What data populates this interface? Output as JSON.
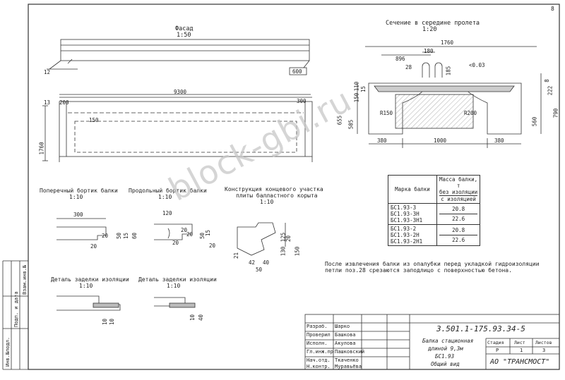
{
  "sheet": {
    "number": "8"
  },
  "facade": {
    "title": "Фасад",
    "scale": "1:50",
    "dims": {
      "d12": "12",
      "d600": "600"
    }
  },
  "plan": {
    "dims": {
      "d9300": "9300",
      "d13": "13",
      "d200": "200",
      "d300": "300",
      "d150": "150",
      "d1760": "1760"
    }
  },
  "section": {
    "title": "Сечение в середине пролета",
    "scale": "1:20",
    "dims": {
      "d1760": "1760",
      "d896": "896",
      "d180": "180",
      "d28": "28",
      "d185": "185",
      "d003": "<0.03",
      "d110": "110",
      "d150": "150",
      "d15": "15",
      "d222": "222",
      "d8": "8",
      "d655": "655",
      "d505": "505",
      "d560": "560",
      "d790": "790",
      "r150": "R150",
      "r200": "R200",
      "d380a": "380",
      "d1000": "1000",
      "d380b": "380"
    }
  },
  "details": {
    "cross_edge": {
      "title": "Поперечный бортик балки",
      "scale": "1:10",
      "dims": {
        "d300": "300",
        "d20a": "20",
        "d20b": "20",
        "d50": "50",
        "d15": "15",
        "d60": "60"
      }
    },
    "long_edge": {
      "title": "Продольный бортик балки",
      "scale": "1:10",
      "dims": {
        "d120": "120",
        "d20a": "20",
        "d20b": "20",
        "d20c": "20",
        "d50": "50",
        "d15": "15",
        "d20d": "20"
      }
    },
    "ballast": {
      "title1": "Конструкция концевого участка",
      "title2": "плиты балластного корыта",
      "scale": "1:10",
      "dims": {
        "d125": "125",
        "d130": "130",
        "d20": "20",
        "d150": "150",
        "d21": "21",
        "d42": "42",
        "d40": "40",
        "d50": "50"
      }
    },
    "seal1": {
      "title": "Деталь заделки изоляции",
      "scale": "1:10",
      "dims": {
        "d10a": "10",
        "d10b": "10"
      }
    },
    "seal2": {
      "title": "Деталь заделки изоляции",
      "scale": "1:10",
      "dims": {
        "d10": "10",
        "d40": "40"
      }
    }
  },
  "mass_table": {
    "header_mark": "Марка балки",
    "header_mass": [
      "Масса балки,",
      "т",
      "без изоляции",
      "с изоляцией"
    ],
    "groups": [
      {
        "marks": [
          "БС1.93-3",
          "БС1.93-3Н",
          "БС1.93-3Н1"
        ],
        "mass_no_iso": "20.8",
        "mass_iso": "22.6"
      },
      {
        "marks": [
          "БС1.93-2",
          "БС1.93-2Н",
          "БС1.93-2Н1"
        ],
        "mass_no_iso": "20.8",
        "mass_iso": "22.6"
      }
    ]
  },
  "note": [
    "После извлечения балки из опалубки перед укладкой гидроизоляции",
    "петли поз.28 срезаются заподлицо с поверхностью бетона."
  ],
  "stamp": {
    "doc_code": "3.501.1-175.93.34-5",
    "rows": [
      {
        "role": "Разраб.",
        "name": "Шарко"
      },
      {
        "role": "Проверил",
        "name": "Башкова"
      },
      {
        "role": "Исполн.",
        "name": "Акулова"
      },
      {
        "role": "Гл.инж.пр",
        "name": "Пашковский"
      },
      {
        "role": "Нач.отд.",
        "name": "Ткаченко"
      },
      {
        "role": "Н.контр.",
        "name": "Муравьёва"
      }
    ],
    "item_name": [
      "Балка стационная",
      "длиной 9,3м",
      "БС1.93",
      "Общий вид"
    ],
    "stage_label": "Стадия",
    "sheet_label": "Лист",
    "sheets_label": "Листов",
    "stage": "Р",
    "sheet": "1",
    "sheets": "3",
    "org": "АО \"ТРАНСМОСТ\""
  },
  "side_labels": [
    "Инв.№подл.",
    "Подп. и дата",
    "Взам.инв.№"
  ],
  "watermark": "block-gbi.ru"
}
